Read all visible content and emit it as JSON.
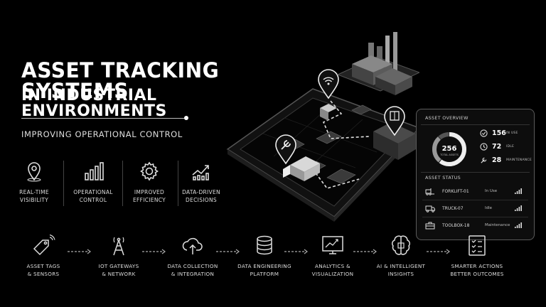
{
  "title": {
    "line1": "ASSET TRACKING SYSTEMS",
    "line2": "IN INDUSTRIAL ENVIRONMENTS",
    "subtitle": "IMPROVING OPERATIONAL CONTROL"
  },
  "features": [
    {
      "icon": "location-pin-icon",
      "line1": "REAL-TIME",
      "line2": "VISIBILITY"
    },
    {
      "icon": "bar-chart-icon",
      "line1": "OPERATIONAL",
      "line2": "CONTROL"
    },
    {
      "icon": "gear-icon",
      "line1": "IMPROVED",
      "line2": "EFFICIENCY"
    },
    {
      "icon": "trend-chart-icon",
      "line1": "DATA-DRIVEN",
      "line2": "DECISIONS"
    }
  ],
  "flow": [
    {
      "icon": "tag-icon",
      "line1": "ASSET TAGS",
      "line2": "& SENSORS"
    },
    {
      "icon": "antenna-icon",
      "line1": "IOT GATEWAYS",
      "line2": "& NETWORK"
    },
    {
      "icon": "cloud-upload-icon",
      "line1": "DATA COLLECTION",
      "line2": "& INTEGRATION"
    },
    {
      "icon": "database-icon",
      "line1": "DATA ENGINEERING",
      "line2": "PLATFORM"
    },
    {
      "icon": "analytics-icon",
      "line1": "ANALYTICS &",
      "line2": "VISUALIZATION"
    },
    {
      "icon": "brain-chip-icon",
      "line1": "AI & INTELLIGENT",
      "line2": "INSIGHTS"
    },
    {
      "icon": "checklist-icon",
      "line1": "SMARTER ACTIONS",
      "line2": "BETTER OUTCOMES"
    }
  ],
  "overview": {
    "header": "ASSET OVERVIEW",
    "total_value": "256",
    "total_label": "TOTAL ASSETS",
    "in_use_fraction": 0.61,
    "idle_fraction": 0.28,
    "maintenance_fraction": 0.11,
    "stats": [
      {
        "icon": "check-circle-icon",
        "value": "156",
        "label": "IN USE"
      },
      {
        "icon": "clock-icon",
        "value": "72",
        "label": "IDLE"
      },
      {
        "icon": "wrench-icon",
        "value": "28",
        "label": "MAINTENANCE"
      }
    ],
    "status_header": "ASSET STATUS",
    "rows": [
      {
        "icon": "forklift-icon",
        "name": "FORKLIFT-01",
        "status": "In Use"
      },
      {
        "icon": "truck-icon",
        "name": "TRUCK-07",
        "status": "Idle"
      },
      {
        "icon": "toolbox-icon",
        "name": "TOOLBOX-18",
        "status": "Maintenance"
      }
    ]
  },
  "colors": {
    "background": "#000000",
    "text": "#ffffff",
    "accent": "#cccccc"
  }
}
